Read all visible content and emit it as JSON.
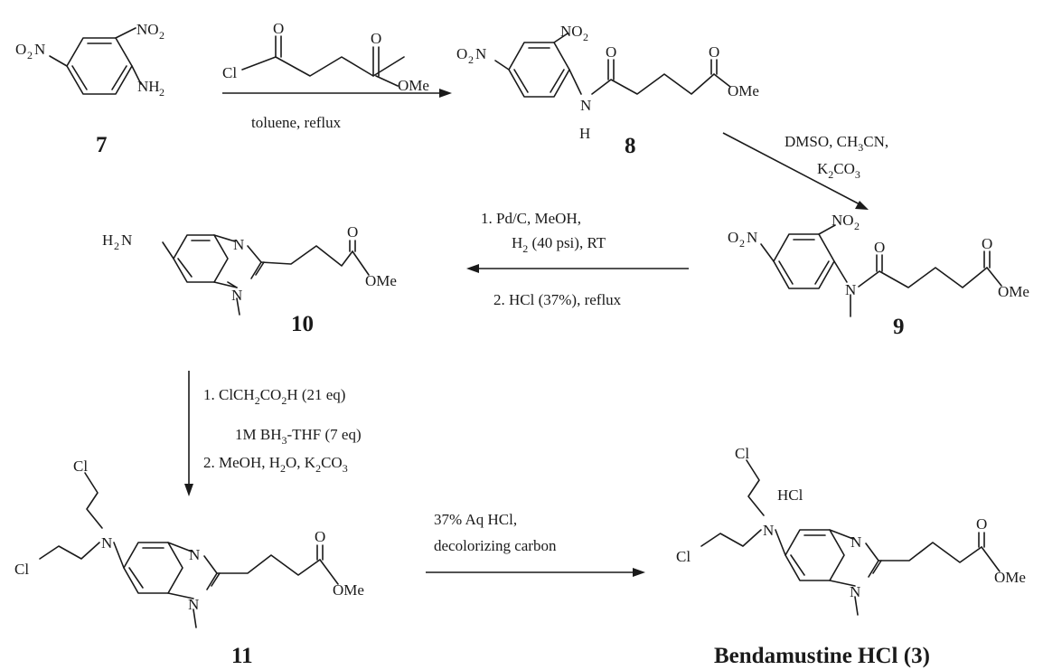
{
  "atoms": {
    "O": "O",
    "N": "N",
    "H": "H",
    "Cl": "Cl",
    "OMe": "OMe",
    "NO": "NO",
    "O2N_O": "O",
    "O2N_N": "N",
    "two": "2",
    "three": "3",
    "NH": "NH",
    "H2N_H": "H",
    "H2N_N": "N"
  },
  "compounds": {
    "c7": "7",
    "c8": "8",
    "c9": "9",
    "c10": "10",
    "c11": "11",
    "c3": "Bendamustine HCl (3)",
    "hcl_salt": "HCl"
  },
  "conditions": {
    "step1": {
      "line1": "toluene, reflux"
    },
    "step2": {
      "line1_a": "DMSO, CH",
      "line1_sub": "3",
      "line1_b": "CN,",
      "line2_a": "K",
      "line2_sub1": "2",
      "line2_b": "CO",
      "line2_sub2": "3"
    },
    "step3": {
      "line1": "1. Pd/C, MeOH,",
      "line2_a": "H",
      "line2_sub": "2",
      "line2_b": " (40 psi), RT",
      "line3": "2. HCl (37%), reflux"
    },
    "step4": {
      "line1_a": "1. ClCH",
      "line1_sub1": "2",
      "line1_b": "CO",
      "line1_sub2": "2",
      "line1_c": "H (21 eq)",
      "line2_a": "1M BH",
      "line2_sub": "3",
      "line2_b": "-THF (7 eq)",
      "line3_a": "2. MeOH, H",
      "line3_sub1": "2",
      "line3_b": "O, K",
      "line3_sub2": "2",
      "line3_c": "CO",
      "line3_sub3": "3"
    },
    "step5": {
      "line1": "37% Aq HCl,",
      "line2": "decolorizing carbon"
    }
  }
}
